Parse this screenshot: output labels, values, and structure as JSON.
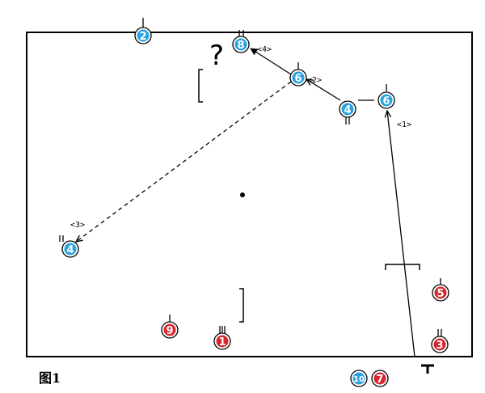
{
  "figure": {
    "label": "图1"
  },
  "question_mark": "?",
  "players": [
    {
      "id": "blue-2",
      "number": "2",
      "team": "blue"
    },
    {
      "id": "blue-8",
      "number": "8",
      "team": "blue"
    },
    {
      "id": "blue-6a",
      "number": "6",
      "team": "blue"
    },
    {
      "id": "blue-6b",
      "number": "6",
      "team": "blue"
    },
    {
      "id": "blue-4a",
      "number": "4",
      "team": "blue"
    },
    {
      "id": "blue-4b",
      "number": "4",
      "team": "blue"
    },
    {
      "id": "blue-10",
      "number": "10",
      "team": "blue"
    },
    {
      "id": "red-9",
      "number": "9",
      "team": "red"
    },
    {
      "id": "red-1",
      "number": "1",
      "team": "red"
    },
    {
      "id": "red-5",
      "number": "5",
      "team": "red"
    },
    {
      "id": "red-3",
      "number": "3",
      "team": "red"
    },
    {
      "id": "red-7",
      "number": "7",
      "team": "red"
    }
  ],
  "steps": [
    {
      "id": "step-1",
      "label": "<1>",
      "style": "solid"
    },
    {
      "id": "step-2",
      "label": "<2>",
      "style": "solid"
    },
    {
      "id": "step-3",
      "label": "<3>",
      "style": "dashed"
    },
    {
      "id": "step-4",
      "label": "<4>",
      "style": "solid"
    }
  ],
  "colors": {
    "blue_fill": "#29a3e0",
    "red_fill": "#d8262d",
    "line": "#000000"
  }
}
